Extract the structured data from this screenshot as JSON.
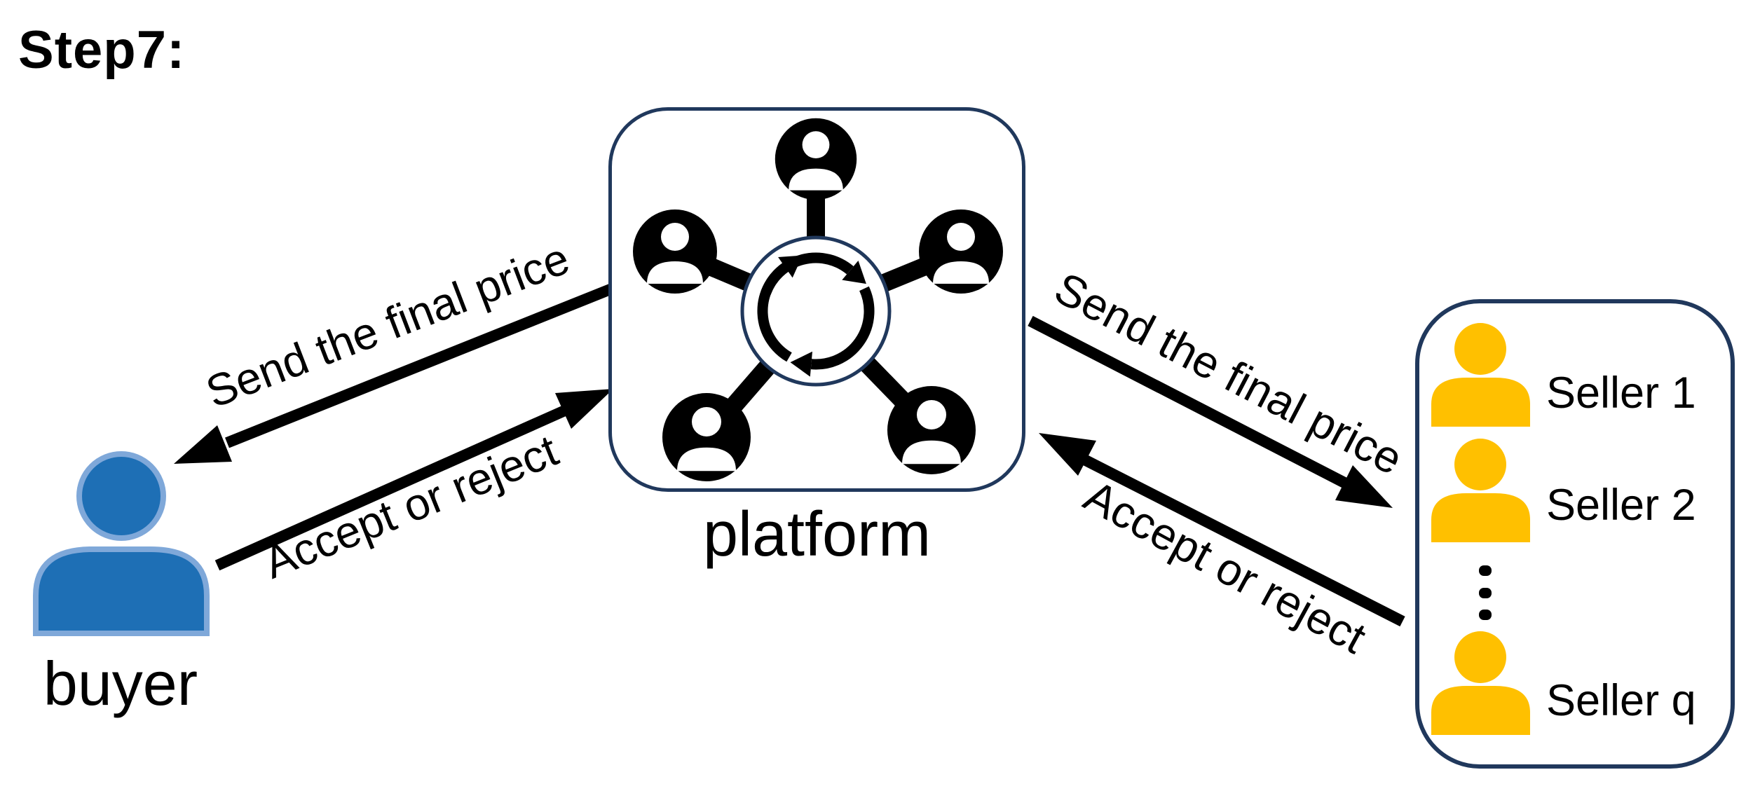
{
  "title": "Step7:",
  "buyer": {
    "label": "buyer",
    "icon": "person-icon"
  },
  "platform": {
    "label": "platform",
    "icon": "network-of-people-icon",
    "center_icon": "cycle-arrows-icon",
    "node_count": 5
  },
  "sellers": {
    "items": [
      {
        "label": "Seller 1",
        "icon": "person-icon"
      },
      {
        "label": "Seller 2",
        "icon": "person-icon"
      },
      {
        "label": "Seller q",
        "icon": "person-icon"
      }
    ],
    "ellipsis_icon": "vertical-ellipsis-icon"
  },
  "messages": {
    "left_send": "Send the final price",
    "left_accept": "Accept or reject",
    "right_send": "Send the final price",
    "right_accept": "Accept or reject"
  },
  "colors": {
    "border_navy": "#20385c",
    "buyer_fill": "#1e6fb5",
    "buyer_stroke": "#7fa8d9",
    "seller_yellow": "#ffc000",
    "arrow_black": "#000000",
    "background": "#ffffff"
  }
}
